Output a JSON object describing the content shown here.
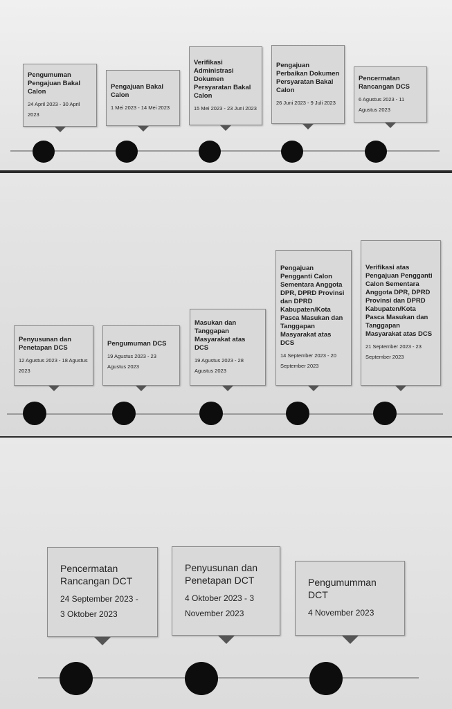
{
  "rows": [
    {
      "events": [
        {
          "title": "Pengumuman Pengajuan Bakal Calon",
          "date": "24 April 2023 - 30 April 2023"
        },
        {
          "title": "Pengajuan Bakal Calon",
          "date": "1 Mei 2023 - 14 Mei 2023"
        },
        {
          "title": "Verifikasi Administrasi Dokumen Persyaratan Bakal Calon",
          "date": "15 Mei 2023 - 23 Juni 2023"
        },
        {
          "title": "Pengajuan Perbaikan Dokumen Persyaratan Bakal Calon",
          "date": "26 Juni 2023 - 9 Juli 2023"
        },
        {
          "title": "Pencermatan Rancangan DCS",
          "date": "6 Agustus 2023 - 11 Agustus 2023"
        }
      ]
    },
    {
      "events": [
        {
          "title": "Penyusunan dan Penetapan DCS",
          "date": "12 Agustus 2023 - 18 Agustus 2023"
        },
        {
          "title": "Pengumuman DCS",
          "date": "19 Agustus 2023 - 23 Agustus 2023"
        },
        {
          "title": "Masukan dan Tanggapan Masyarakat atas DCS",
          "date": "19 Agustus 2023 - 28 Agustus 2023"
        },
        {
          "title": "Pengajuan Pengganti Calon Sementara Anggota DPR, DPRD Provinsi dan DPRD Kabupaten/Kota Pasca Masukan dan Tanggapan Masyarakat atas DCS",
          "date": "14 September 2023 - 20 September 2023"
        },
        {
          "title": "Verifikasi atas Pengajuan Pengganti Calon Sementara Anggota DPR, DPRD Provinsi dan DPRD Kabupaten/Kota Pasca Masukan dan Tanggapan Masyarakat atas DCS",
          "date": "21 September 2023 - 23 September 2023"
        }
      ]
    },
    {
      "events": [
        {
          "title": "Pencermatan Rancangan DCT",
          "date": "24 September 2023 - 3 Oktober 2023"
        },
        {
          "title": "Penyusunan dan Penetapan DCT",
          "date": "4 Oktober 2023 - 3 November 2023"
        },
        {
          "title": "Pengumumman DCT",
          "date": "4 November 2023"
        }
      ]
    }
  ]
}
